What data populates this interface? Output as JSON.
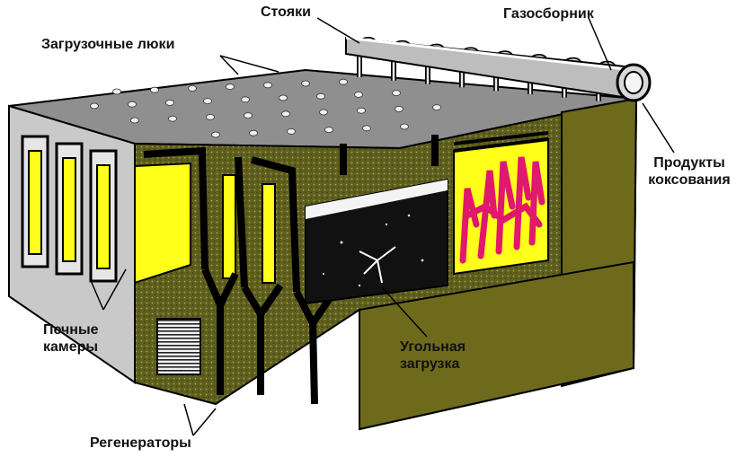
{
  "labels": {
    "risers": "Стояки",
    "gas_collector": "Газосборник",
    "charging_hatches": "Загрузочные люки",
    "coking_products": [
      "Продукты",
      "коксования"
    ],
    "oven_chambers": [
      "Печные",
      "камеры"
    ],
    "coal_charge": [
      "Угольная",
      "загрузка"
    ],
    "regenerators": "Регенераторы"
  },
  "colors": {
    "roof_gray": "#8f8f8f",
    "front_wall_gray": "#c9c9c9",
    "brick_olive": "#5f5f1e",
    "side_wall_olive": "#6e6a1c",
    "flue_yellow": "#ffff1a",
    "coal_black": "#111111",
    "coke_magenta": "#e0186e",
    "outline": "#000000"
  }
}
